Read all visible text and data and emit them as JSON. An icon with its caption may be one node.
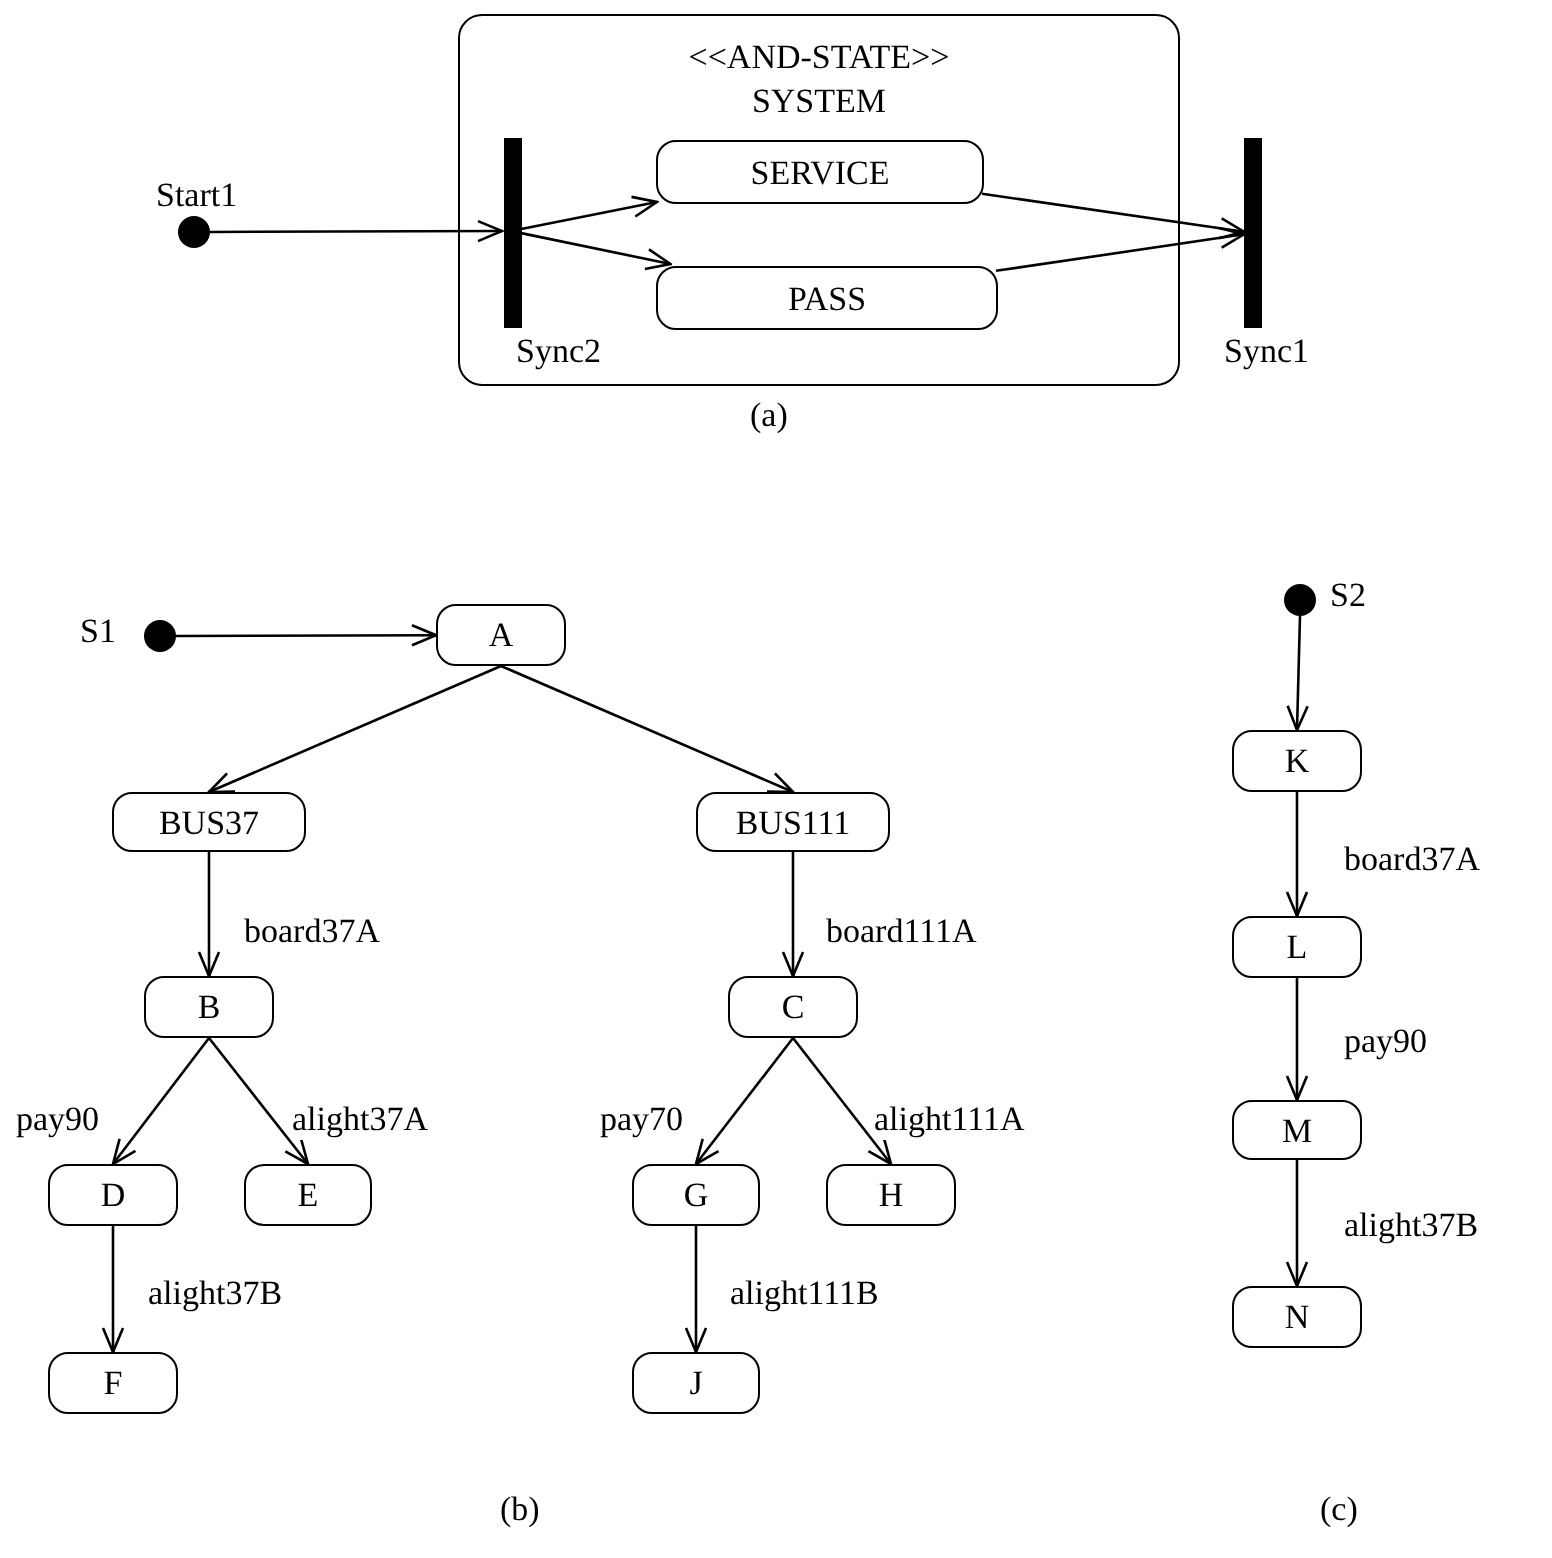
{
  "diagram": {
    "nodes": [
      {
        "text": [
          "<<AND-STATE>> SYSTEM"
        ]
      },
      {
        "text": [],
        "shape": "circle",
        "beside": [
          "Start1"
        ]
      },
      {
        "text": [],
        "shape": "bar",
        "beside": [
          "Sync2"
        ],
        "in": 0
      },
      {
        "text": [
          "SERVICE"
        ],
        "in": 0
      },
      {
        "text": [
          "PASS"
        ],
        "in": 0
      },
      {
        "text": [],
        "shape": "bar",
        "beside": [
          "Sync1"
        ]
      },
      {
        "text": [],
        "shape": "circle",
        "beside": [
          "S1"
        ]
      },
      {
        "text": [
          "A"
        ]
      },
      {
        "text": [
          "BUS37"
        ]
      },
      {
        "text": [
          "BUS111"
        ]
      },
      {
        "text": [
          "B"
        ]
      },
      {
        "text": [
          "C"
        ]
      },
      {
        "text": [
          "D"
        ]
      },
      {
        "text": [
          "E"
        ]
      },
      {
        "text": [
          "G"
        ]
      },
      {
        "text": [
          "H"
        ]
      },
      {
        "text": [
          "F"
        ]
      },
      {
        "text": [
          "J"
        ]
      },
      {
        "text": [],
        "shape": "circle",
        "beside": [
          "S2"
        ]
      },
      {
        "text": [
          "K"
        ]
      },
      {
        "text": [
          "L"
        ]
      },
      {
        "text": [
          "M"
        ]
      },
      {
        "text": [
          "N"
        ]
      }
    ],
    "edges": [
      {
        "from": 1,
        "to": 2,
        "arrow": "to"
      },
      {
        "from": 2,
        "to": 3,
        "arrow": "to"
      },
      {
        "from": 2,
        "to": 4,
        "arrow": "to"
      },
      {
        "from": 3,
        "to": 5,
        "arrow": "to"
      },
      {
        "from": 4,
        "to": 5,
        "arrow": "to"
      },
      {
        "from": 6,
        "to": 7,
        "arrow": "to"
      },
      {
        "from": 7,
        "to": 8,
        "arrow": "to"
      },
      {
        "from": 7,
        "to": 9,
        "arrow": "to"
      },
      {
        "from": 8,
        "to": 10,
        "arrow": "to",
        "label": "board37A"
      },
      {
        "from": 9,
        "to": 11,
        "arrow": "to",
        "label": "board111A"
      },
      {
        "from": 10,
        "to": 12,
        "arrow": "to",
        "label": "pay90"
      },
      {
        "from": 10,
        "to": 13,
        "arrow": "to",
        "label": "alight37A"
      },
      {
        "from": 11,
        "to": 14,
        "arrow": "to",
        "label": "pay70"
      },
      {
        "from": 11,
        "to": 15,
        "arrow": "to",
        "label": "alight111A"
      },
      {
        "from": 12,
        "to": 16,
        "arrow": "to",
        "label": "alight37B"
      },
      {
        "from": 14,
        "to": 17,
        "arrow": "to",
        "label": "alight111B"
      },
      {
        "from": 18,
        "to": 19,
        "arrow": "to"
      },
      {
        "from": 19,
        "to": 20,
        "arrow": "to",
        "label": "board37A"
      },
      {
        "from": 20,
        "to": 21,
        "arrow": "to",
        "label": "pay90"
      },
      {
        "from": 21,
        "to": 22,
        "arrow": "to",
        "label": "alight37B"
      }
    ],
    "labels": [
      "(a)",
      "(b)",
      "(c)"
    ]
  }
}
